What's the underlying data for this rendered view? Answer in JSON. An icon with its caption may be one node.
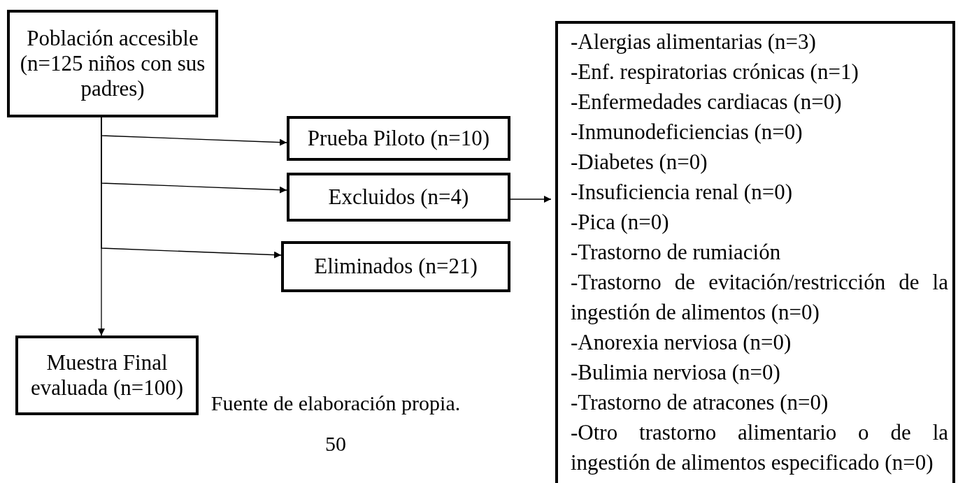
{
  "diagram": {
    "nodes": [
      {
        "text": [
          "Población accesible (n=125 niños con sus padres)"
        ]
      },
      {
        "text": [
          "Prueba Piloto (n=10)"
        ]
      },
      {
        "text": [
          "Excluidos (n=4)"
        ]
      },
      {
        "text": [
          "Eliminados (n=21)"
        ]
      },
      {
        "text": [
          "Muestra Final evaluada (n=100)"
        ]
      },
      {
        "text": [
          "-Alergias alimentarias (n=3)",
          "-Enf. respiratorias crónicas (n=1)",
          "-Enfermedades cardiacas (n=0)",
          "-Inmunodeficiencias (n=0)",
          "-Diabetes (n=0)",
          "-Insuficiencia renal (n=0)",
          "-Pica (n=0)",
          "-Trastorno de rumiación",
          "-Trastorno de evitación/restricción de la ingestión de alimentos (n=0)",
          "-Anorexia nerviosa (n=0)",
          "-Bulimia nerviosa (n=0)",
          "-Trastorno de atracones (n=0)",
          "-Otro trastorno alimentario o de la ingestión de alimentos especificado (n=0)"
        ]
      }
    ],
    "edges": [
      {
        "from": 0,
        "to": 4,
        "arrow": "to"
      },
      {
        "from": 0,
        "to": 1,
        "arrow": "to"
      },
      {
        "from": 0,
        "to": 2,
        "arrow": "to"
      },
      {
        "from": 0,
        "to": 3,
        "arrow": "to"
      },
      {
        "from": 2,
        "to": 5,
        "arrow": "to"
      }
    ],
    "labels": [
      "Fuente de elaboración propia.",
      "50"
    ]
  }
}
